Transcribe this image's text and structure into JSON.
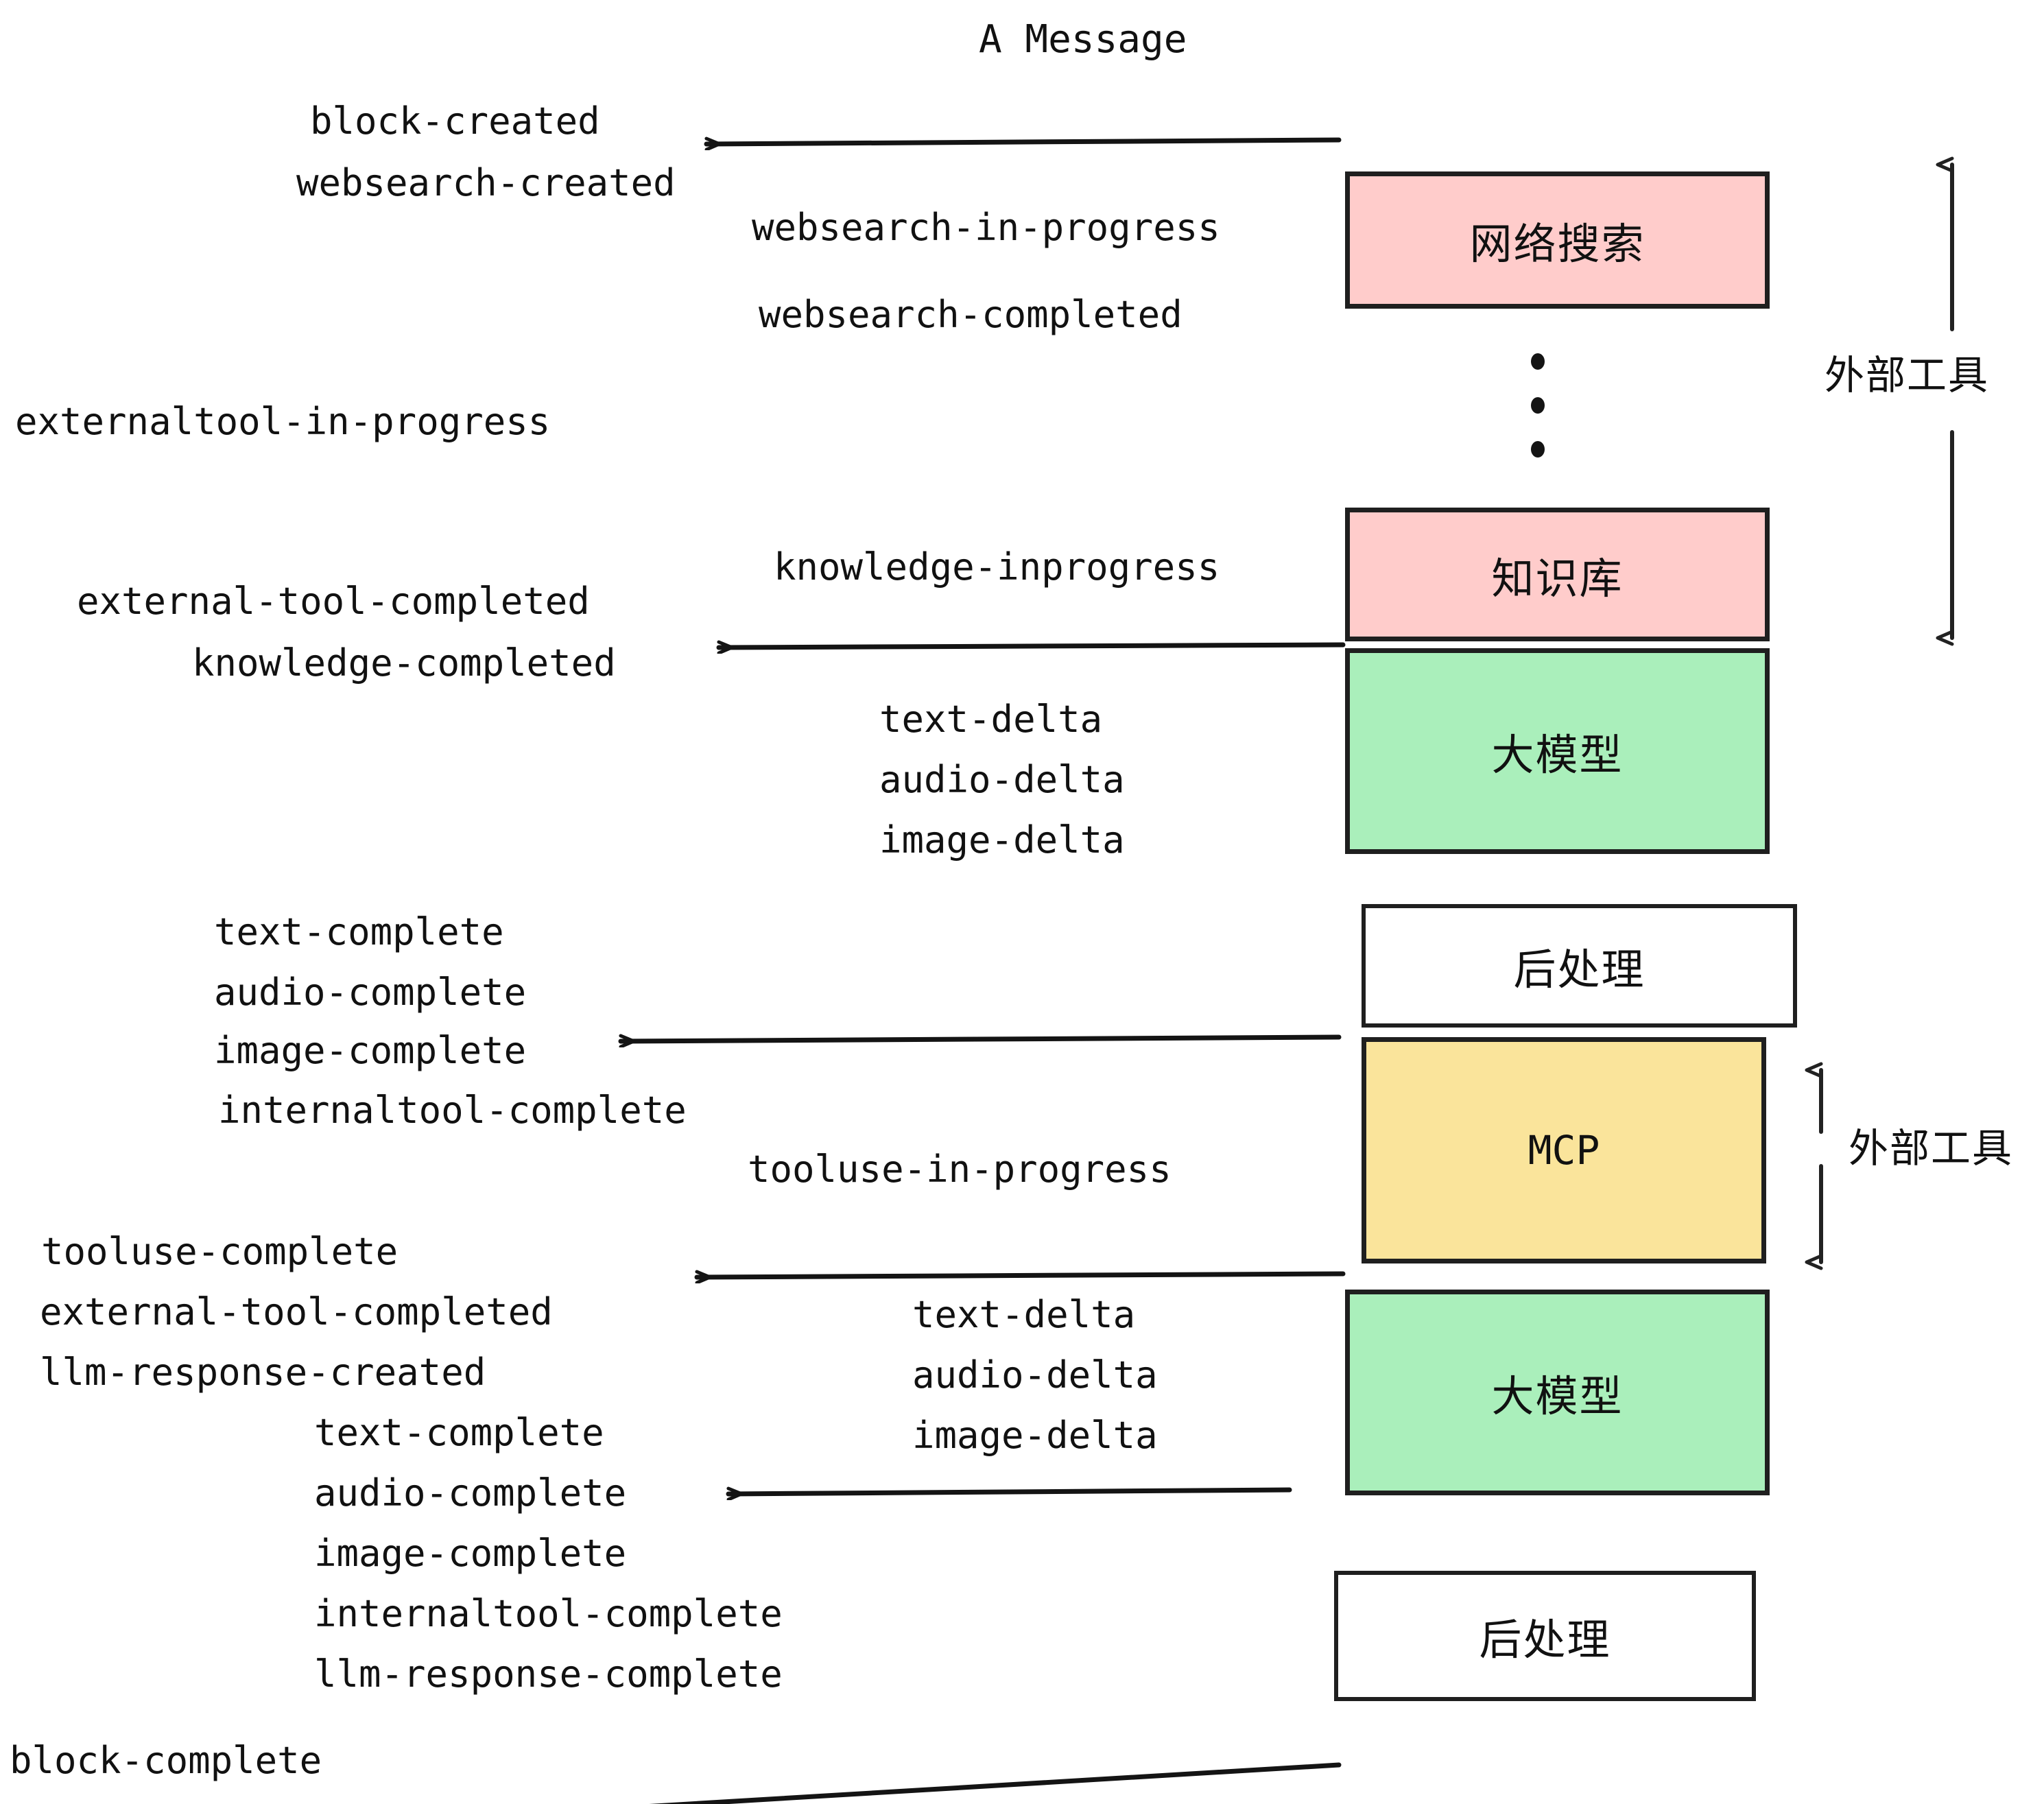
{
  "title": "A Message",
  "colors": {
    "pink": "#FFCCCB",
    "green": "#AAEFBB",
    "yellow": "#FAE49B",
    "white": "#FFFFFF",
    "stroke": "#1F1F1F",
    "text": "#111111"
  },
  "boxes": {
    "websearch": "网络搜索",
    "knowledge": "知识库",
    "llm_upper": "大模型",
    "postprocess_upper": "后处理",
    "mcp": "MCP",
    "llm_lower": "大模型",
    "postprocess_lower": "后处理"
  },
  "side_labels": {
    "external_tools_upper": "外部工具",
    "external_tools_lower": "外部工具"
  },
  "events": {
    "block_created": "block-created",
    "websearch_created": "websearch-created",
    "websearch_in_progress": "websearch-in-progress",
    "websearch_completed": "websearch-completed",
    "externaltool_in_progress": "externaltool-in-progress",
    "knowledge_inprogress": "knowledge-inprogress",
    "external_tool_completed_1": "external-tool-completed",
    "knowledge_completed": "knowledge-completed",
    "text_delta_1": "text-delta",
    "audio_delta_1": "audio-delta",
    "image_delta_1": "image-delta",
    "text_complete_1": "text-complete",
    "audio_complete_1": "audio-complete",
    "image_complete_1": "image-complete",
    "internaltool_complete_1": "internaltool-complete",
    "tooluse_in_progress": "tooluse-in-progress",
    "tooluse_complete": "tooluse-complete",
    "external_tool_completed_2": "external-tool-completed",
    "llm_response_created": "llm-response-created",
    "text_delta_2": "text-delta",
    "audio_delta_2": "audio-delta",
    "image_delta_2": "image-delta",
    "text_complete_2": "text-complete",
    "audio_complete_2": "audio-complete",
    "image_complete_2": "image-complete",
    "internaltool_complete_2": "internaltool-complete",
    "llm_response_complete": "llm-response-complete",
    "block_complete": "block-complete"
  },
  "ellipsis": "⋮"
}
